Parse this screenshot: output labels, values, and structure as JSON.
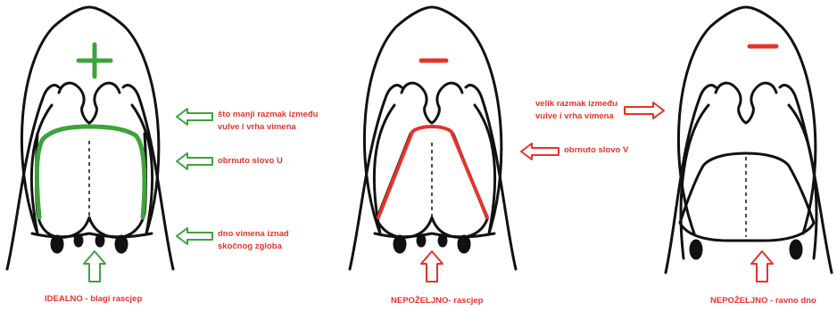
{
  "colors": {
    "good": "#3ea33a",
    "bad": "#e3342b",
    "outline": "#111111"
  },
  "panels": [
    {
      "sign": "+",
      "caption": "IDEALNO - blagi rascjep",
      "tone": "good"
    },
    {
      "sign": "–",
      "caption": "NEPOŽELJNO- rascjep",
      "tone": "bad"
    },
    {
      "sign": "–",
      "caption": "NEPOŽELJNO - ravno dno",
      "tone": "bad"
    }
  ],
  "annotations": {
    "left": [
      {
        "line1": "što manji razmak između",
        "line2": "vulve i vrha vimena"
      },
      {
        "line1": "obrnuto slovo U",
        "line2": ""
      },
      {
        "line1": "dno vimena iznad",
        "line2": "skočnog zgloba"
      }
    ],
    "middle": [
      {
        "line1": "velik razmak između",
        "line2": "vulve i vrha vimena"
      },
      {
        "line1": "obrnuto slovo V",
        "line2": ""
      }
    ]
  }
}
